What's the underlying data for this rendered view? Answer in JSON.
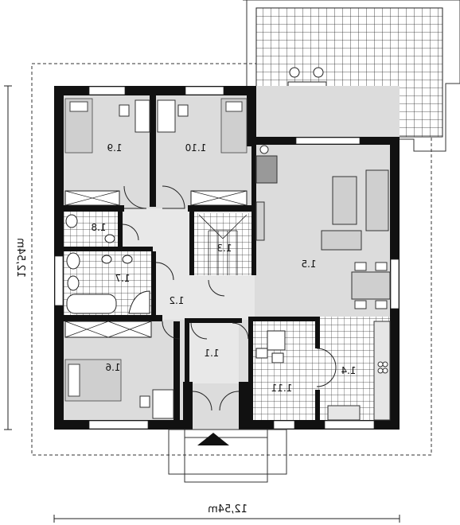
{
  "dimensions": {
    "width_label": "12,54m",
    "depth_label": "12,54m"
  },
  "rooms": [
    {
      "id": "1.1",
      "label": "1.1"
    },
    {
      "id": "1.2",
      "label": "1.2"
    },
    {
      "id": "1.3",
      "label": "1.3"
    },
    {
      "id": "1.4",
      "label": "1.4"
    },
    {
      "id": "1.5",
      "label": "1.5"
    },
    {
      "id": "1.6",
      "label": "1.6"
    },
    {
      "id": "1.7",
      "label": "1.7"
    },
    {
      "id": "1.8",
      "label": "1.8"
    },
    {
      "id": "1.9",
      "label": "1.9"
    },
    {
      "id": "1.10",
      "label": "1.10"
    },
    {
      "id": "1.11",
      "label": "1.11"
    }
  ],
  "colors": {
    "wall": "#111111",
    "floor": "#dcdcdc",
    "background": "#ffffff"
  }
}
